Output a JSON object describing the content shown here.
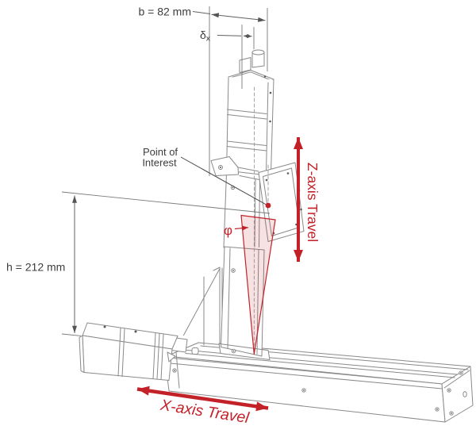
{
  "figure": {
    "title": "XZ linear stage dimension diagram",
    "background_color": "#ffffff",
    "machine_line_color": "#8a8a8a",
    "dimension_line_color": "#606060",
    "dimension_text_color": "#3d3d3d",
    "accent_red": "#c32128",
    "cone_fill_opacity": "0.13"
  },
  "dimensions": {
    "base_width": {
      "label": "b = 82 mm"
    },
    "offset": {
      "symbol": "δ",
      "subscript": "x"
    },
    "height": {
      "label": "h = 212 mm"
    },
    "angle": {
      "symbol": "φ"
    }
  },
  "annotations": {
    "point_of_interest": {
      "line1": "Point of",
      "line2": "Interest"
    },
    "z_travel": {
      "label": "Z-axis Travel"
    },
    "x_travel": {
      "label": "X-axis Travel"
    }
  }
}
